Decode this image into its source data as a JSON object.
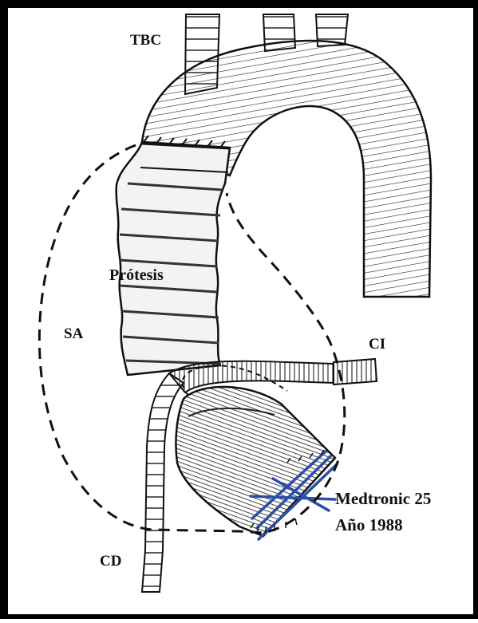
{
  "labels": {
    "tbc": "TBC",
    "protesis": "Prótesis",
    "sa": "SA",
    "ci": "CI",
    "cd": "CD",
    "valve_line1": "Medtronic 25",
    "valve_line2": "Año 1988"
  },
  "colors": {
    "frame": "#000000",
    "ink": "#1a1a1a",
    "suture_blue": "#2c4da8",
    "background": "#ffffff"
  }
}
